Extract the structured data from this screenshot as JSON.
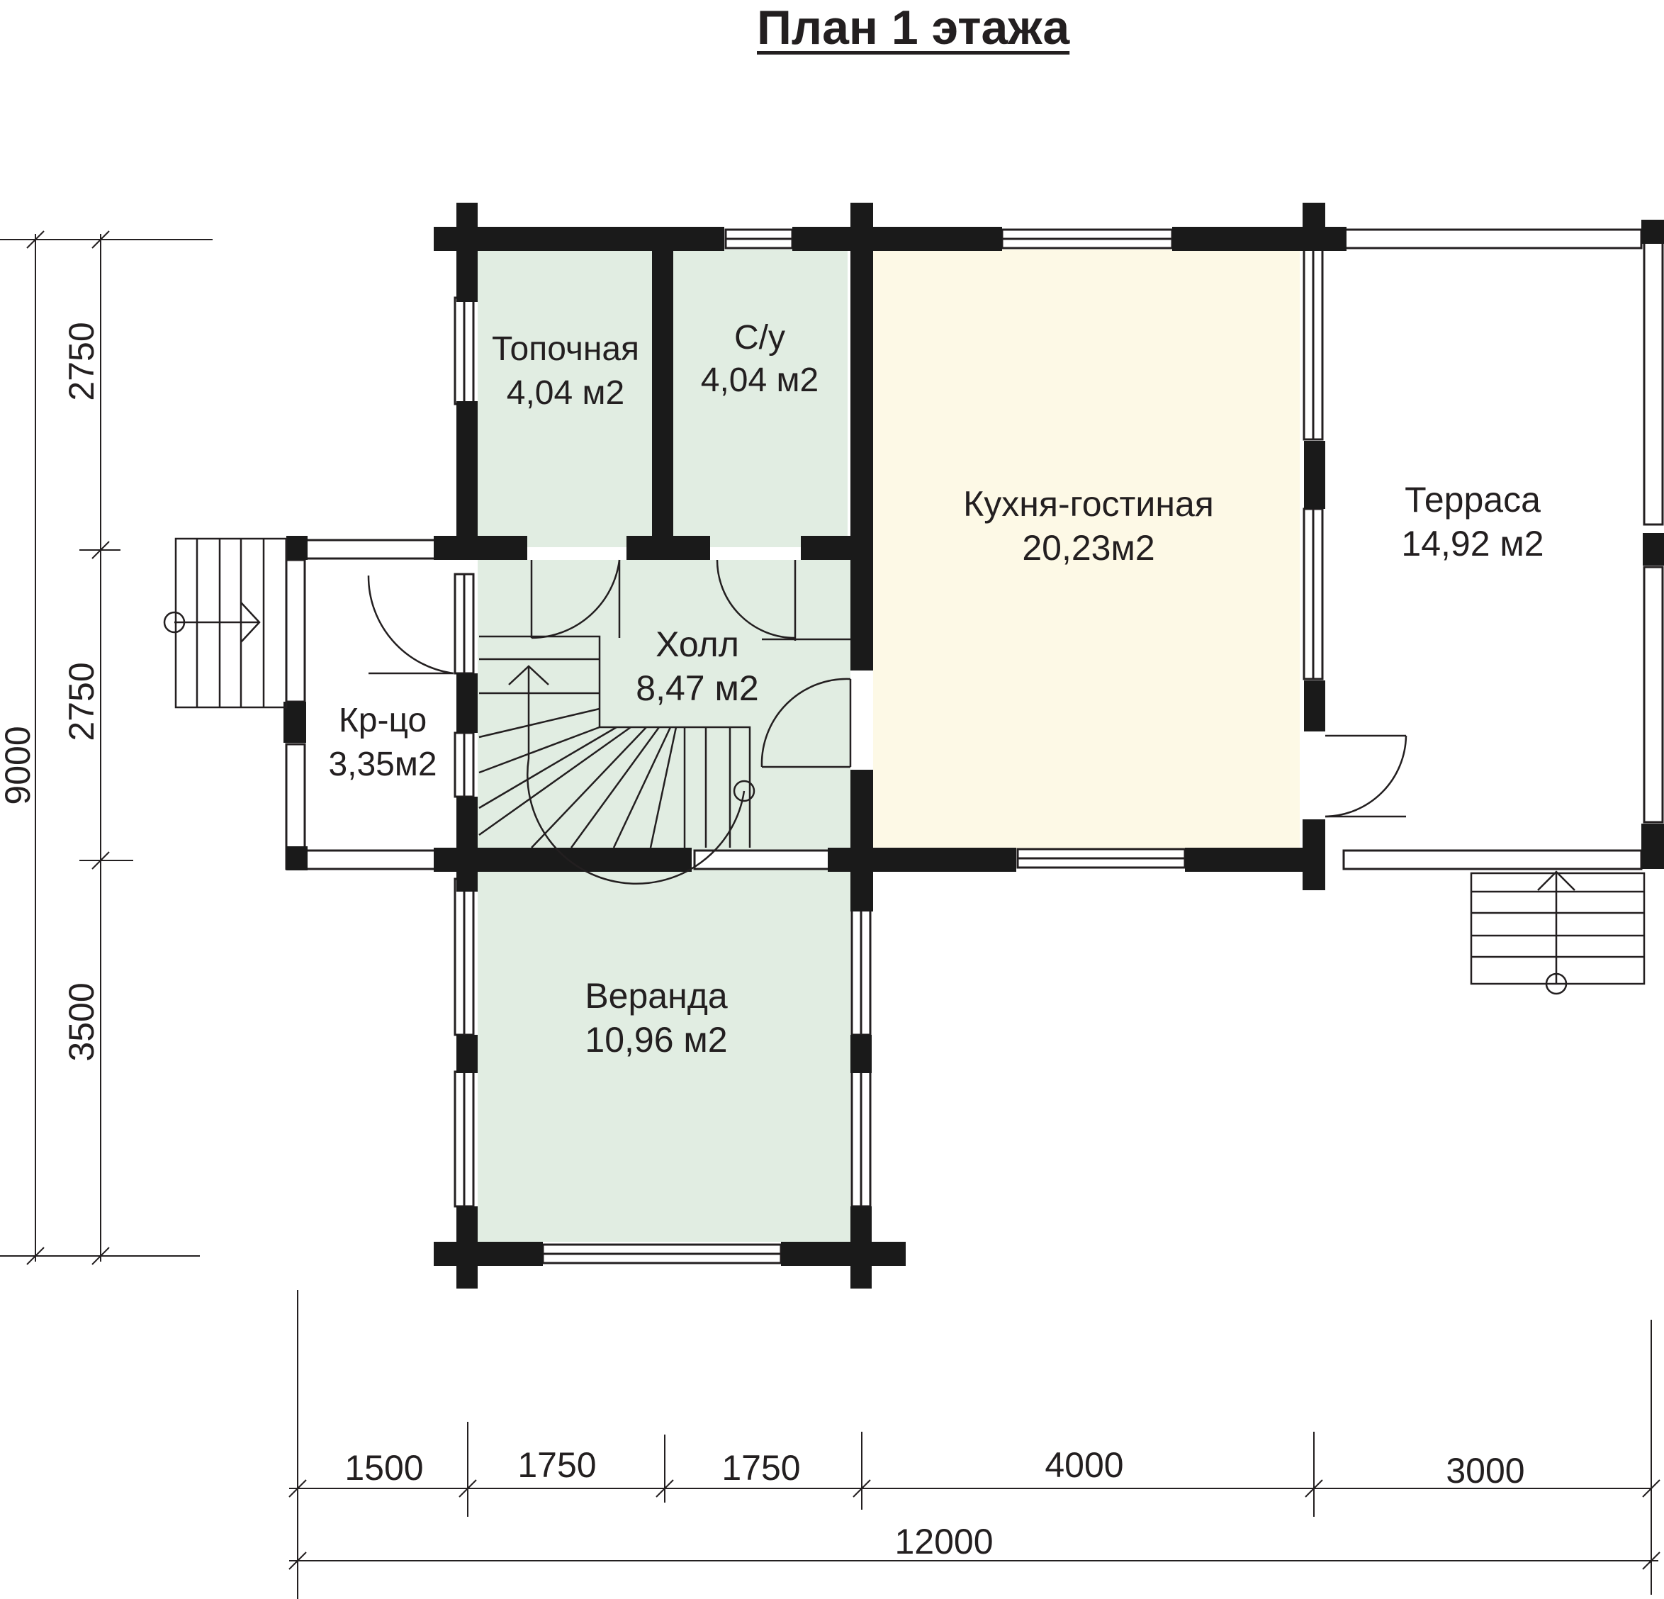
{
  "title": "План 1 этажа",
  "rooms": [
    {
      "id": "topochnaya",
      "name": "Топочная",
      "area": "4,04 м2"
    },
    {
      "id": "su",
      "name": "С/у",
      "area": "4,04 м2"
    },
    {
      "id": "kitchen",
      "name": "Кухня-гостиная",
      "area": "20,23м2"
    },
    {
      "id": "terrace",
      "name": "Терраса",
      "area": "14,92 м2"
    },
    {
      "id": "hall",
      "name": "Холл",
      "area": "8,47 м2"
    },
    {
      "id": "porch",
      "name": "Кр-цо",
      "area": "3,35м2"
    },
    {
      "id": "veranda",
      "name": "Веранда",
      "area": "10,96 м2"
    }
  ],
  "dimensions": {
    "horizontal": [
      "1500",
      "1750",
      "1750",
      "4000",
      "3000"
    ],
    "horizontal_total": "12000",
    "vertical": [
      "2750",
      "2750",
      "3500"
    ],
    "vertical_total": "9000"
  },
  "colors": {
    "wall": "#1a1a1a",
    "wet_rooms": "#e1ede2",
    "kitchen": "#fdf9e6",
    "line": "#231f20"
  }
}
